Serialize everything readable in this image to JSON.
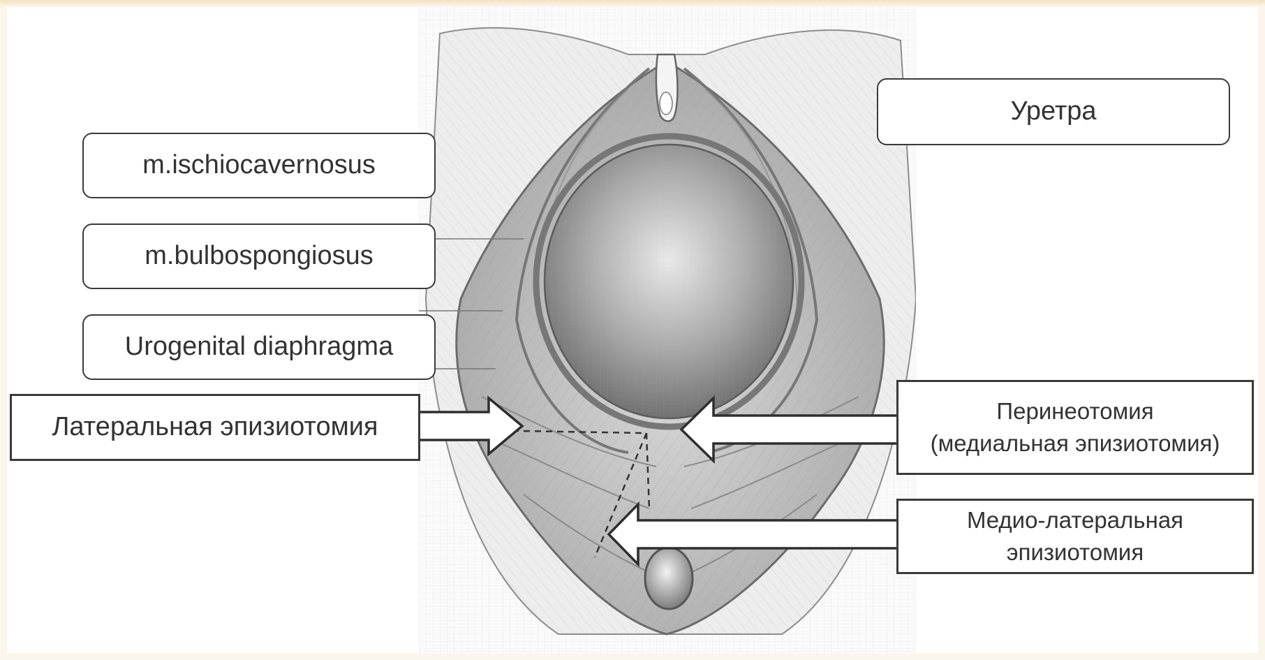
{
  "labels": {
    "urethra": "Уретра",
    "ischiocavernosus": "m.ischiocavernosus",
    "bulbospongiosus": "m.bulbospongiosus",
    "urogenital_diaphragm": "Urogenital diaphragma",
    "lateral_episiotomy": "Латеральная эпизиотомия",
    "perineotomy_line1": "Перинеотомия",
    "perineotomy_line2": "(медиальная эпизиотомия)",
    "mediolateral_line1": "Медио-латеральная",
    "mediolateral_line2": "эпизиотомия"
  },
  "colors": {
    "page_frame": "#fbf6ec",
    "box_border": "#3a3a3a",
    "text": "#333333",
    "illustration_ink": "#6b6b6b"
  }
}
